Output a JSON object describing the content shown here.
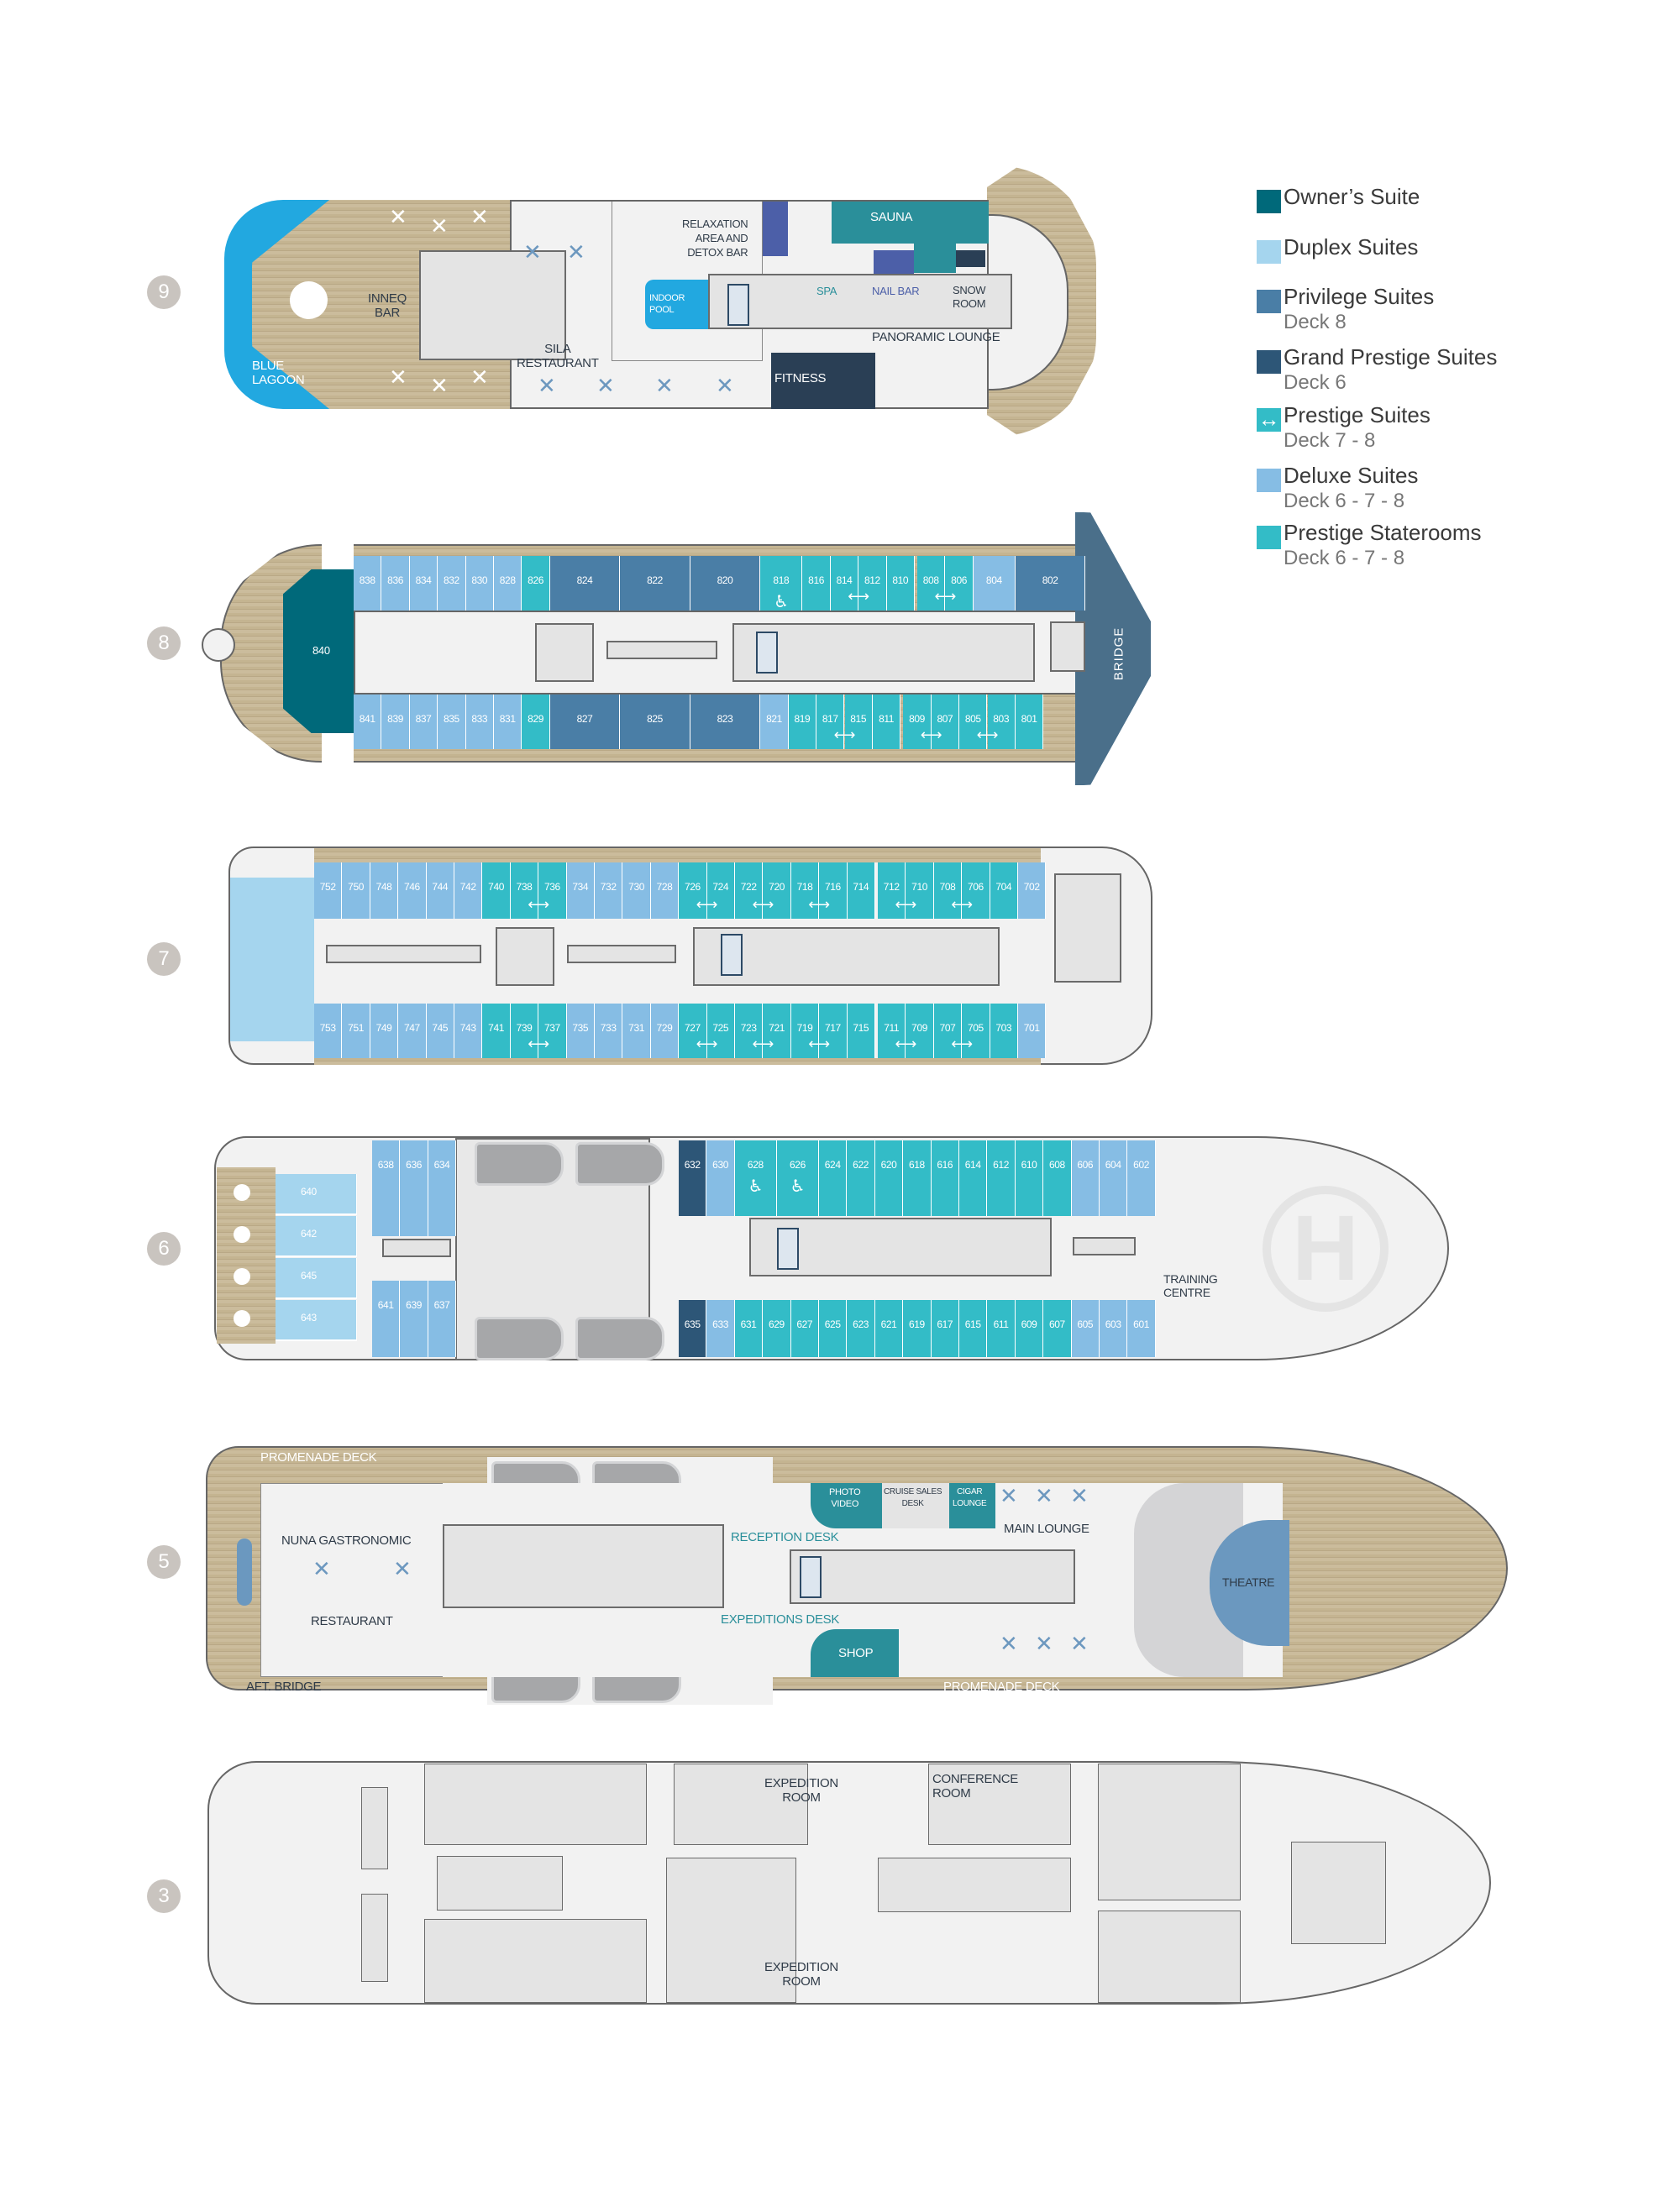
{
  "colors": {
    "owner": "#00697a",
    "duplex": "#a5d5ee",
    "privilege": "#4a7ea6",
    "grand": "#2d5677",
    "prestige": "#33bcc7",
    "deluxe": "#86bde4",
    "wood": "#c8b896",
    "pool": "#22a8e0",
    "spa": "#2a8f9a",
    "purple": "#4c5fa8",
    "fitness": "#2a3f55",
    "bridge": "#4a6f8a"
  },
  "legend": [
    {
      "label": "Owner’s Suite",
      "sub": "",
      "color": "#00697a",
      "icon": "square"
    },
    {
      "label": "Duplex Suites",
      "sub": "",
      "color": "#a5d5ee",
      "icon": "square"
    },
    {
      "label": "Privilege Suites",
      "sub": "Deck 8",
      "color": "#4a7ea6",
      "icon": "square"
    },
    {
      "label": "Grand Prestige Suites",
      "sub": "Deck 6",
      "color": "#2d5677",
      "icon": "square"
    },
    {
      "label": "Prestige Suites",
      "sub": "Deck 7 - 8",
      "color": "#33bcc7",
      "icon": "connecting-arrow"
    },
    {
      "label": "Deluxe Suites",
      "sub": "Deck 6 - 7 - 8",
      "color": "#86bde4",
      "icon": "square"
    },
    {
      "label": "Prestige Staterooms",
      "sub": "Deck 6 - 7 - 8",
      "color": "#33bcc7",
      "icon": "square"
    }
  ],
  "deck9": {
    "number": "9",
    "blue_lagoon": [
      "BLUE",
      "LAGOON"
    ],
    "inneq_bar": [
      "INNEQ",
      "BAR"
    ],
    "sila_restaurant": [
      "SILA",
      "RESTAURANT"
    ],
    "relaxation": [
      "RELAXATION",
      "AREA AND",
      "DETOX BAR"
    ],
    "indoor_pool": [
      "INDOOR",
      "POOL"
    ],
    "sauna": "SAUNA",
    "spa": "SPA",
    "nail_bar": "NAIL BAR",
    "snow_room": [
      "SNOW",
      "ROOM"
    ],
    "panoramic_lounge": "PANORAMIC LOUNGE",
    "fitness": "FITNESS"
  },
  "deck8": {
    "number": "8",
    "owner_suite": "840",
    "bridge": "BRIDGE",
    "top": [
      {
        "n": "838",
        "t": "deluxe"
      },
      {
        "n": "836",
        "t": "deluxe"
      },
      {
        "n": "834",
        "t": "deluxe"
      },
      {
        "n": "832",
        "t": "deluxe"
      },
      {
        "n": "830",
        "t": "deluxe"
      },
      {
        "n": "828",
        "t": "deluxe"
      },
      {
        "n": "826",
        "t": "prestige"
      },
      {
        "n": "824",
        "t": "privilege"
      },
      {
        "n": "822",
        "t": "privilege"
      },
      {
        "n": "820",
        "t": "privilege"
      },
      {
        "n": "818",
        "t": "prestige",
        "accessible": true
      },
      {
        "n": "816",
        "t": "prestige"
      },
      {
        "n": "814",
        "t": "prestige"
      },
      {
        "n": "812",
        "t": "prestige"
      },
      {
        "n": "810",
        "t": "prestige"
      },
      {
        "n": "808",
        "t": "prestige"
      },
      {
        "n": "806",
        "t": "prestige"
      },
      {
        "n": "804",
        "t": "deluxe"
      },
      {
        "n": "802",
        "t": "privilege"
      }
    ],
    "bottom": [
      {
        "n": "841",
        "t": "deluxe"
      },
      {
        "n": "839",
        "t": "deluxe"
      },
      {
        "n": "837",
        "t": "deluxe"
      },
      {
        "n": "835",
        "t": "deluxe"
      },
      {
        "n": "833",
        "t": "deluxe"
      },
      {
        "n": "831",
        "t": "deluxe"
      },
      {
        "n": "829",
        "t": "prestige"
      },
      {
        "n": "827",
        "t": "privilege"
      },
      {
        "n": "825",
        "t": "privilege"
      },
      {
        "n": "823",
        "t": "privilege"
      },
      {
        "n": "821",
        "t": "deluxe"
      },
      {
        "n": "819",
        "t": "prestige"
      },
      {
        "n": "817",
        "t": "prestige"
      },
      {
        "n": "815",
        "t": "prestige"
      },
      {
        "n": "811",
        "t": "prestige"
      },
      {
        "n": "809",
        "t": "prestige"
      },
      {
        "n": "807",
        "t": "prestige"
      },
      {
        "n": "805",
        "t": "prestige"
      },
      {
        "n": "803",
        "t": "prestige"
      },
      {
        "n": "801",
        "t": "prestige"
      }
    ],
    "connecting": [
      [
        "814",
        "812"
      ],
      [
        "808",
        "806"
      ],
      [
        "817",
        "815"
      ],
      [
        "809",
        "807"
      ],
      [
        "805",
        "803"
      ]
    ]
  },
  "deck7": {
    "number": "7",
    "top": [
      {
        "n": "752",
        "t": "deluxe"
      },
      {
        "n": "750",
        "t": "deluxe"
      },
      {
        "n": "748",
        "t": "deluxe"
      },
      {
        "n": "746",
        "t": "deluxe"
      },
      {
        "n": "744",
        "t": "deluxe"
      },
      {
        "n": "742",
        "t": "deluxe"
      },
      {
        "n": "740",
        "t": "prestige"
      },
      {
        "n": "738",
        "t": "prestige"
      },
      {
        "n": "736",
        "t": "prestige"
      },
      {
        "n": "734",
        "t": "deluxe"
      },
      {
        "n": "732",
        "t": "deluxe"
      },
      {
        "n": "730",
        "t": "deluxe"
      },
      {
        "n": "728",
        "t": "deluxe"
      },
      {
        "n": "726",
        "t": "prestige"
      },
      {
        "n": "724",
        "t": "prestige"
      },
      {
        "n": "722",
        "t": "prestige"
      },
      {
        "n": "720",
        "t": "prestige"
      },
      {
        "n": "718",
        "t": "prestige"
      },
      {
        "n": "716",
        "t": "prestige"
      },
      {
        "n": "714",
        "t": "prestige"
      },
      {
        "n": "712",
        "t": "prestige"
      },
      {
        "n": "710",
        "t": "prestige"
      },
      {
        "n": "708",
        "t": "prestige"
      },
      {
        "n": "706",
        "t": "prestige"
      },
      {
        "n": "704",
        "t": "prestige"
      },
      {
        "n": "702",
        "t": "deluxe"
      }
    ],
    "bottom": [
      {
        "n": "753",
        "t": "deluxe"
      },
      {
        "n": "751",
        "t": "deluxe"
      },
      {
        "n": "749",
        "t": "deluxe"
      },
      {
        "n": "747",
        "t": "deluxe"
      },
      {
        "n": "745",
        "t": "deluxe"
      },
      {
        "n": "743",
        "t": "deluxe"
      },
      {
        "n": "741",
        "t": "prestige"
      },
      {
        "n": "739",
        "t": "prestige"
      },
      {
        "n": "737",
        "t": "prestige"
      },
      {
        "n": "735",
        "t": "deluxe"
      },
      {
        "n": "733",
        "t": "deluxe"
      },
      {
        "n": "731",
        "t": "deluxe"
      },
      {
        "n": "729",
        "t": "deluxe"
      },
      {
        "n": "727",
        "t": "prestige"
      },
      {
        "n": "725",
        "t": "prestige"
      },
      {
        "n": "723",
        "t": "prestige"
      },
      {
        "n": "721",
        "t": "prestige"
      },
      {
        "n": "719",
        "t": "prestige"
      },
      {
        "n": "717",
        "t": "prestige"
      },
      {
        "n": "715",
        "t": "prestige"
      },
      {
        "n": "711",
        "t": "prestige"
      },
      {
        "n": "709",
        "t": "prestige"
      },
      {
        "n": "707",
        "t": "prestige"
      },
      {
        "n": "705",
        "t": "prestige"
      },
      {
        "n": "703",
        "t": "prestige"
      },
      {
        "n": "701",
        "t": "deluxe"
      }
    ],
    "connecting": [
      [
        "738",
        "736"
      ],
      [
        "726",
        "724"
      ],
      [
        "722",
        "720"
      ],
      [
        "718",
        "716"
      ],
      [
        "712",
        "710"
      ],
      [
        "708",
        "706"
      ],
      [
        "739",
        "737"
      ],
      [
        "727",
        "725"
      ],
      [
        "723",
        "721"
      ],
      [
        "719",
        "717"
      ],
      [
        "711",
        "709"
      ],
      [
        "707",
        "705"
      ]
    ]
  },
  "deck6": {
    "number": "6",
    "training_centre": [
      "TRAINING",
      "CENTRE"
    ],
    "duplex": [
      "640",
      "642",
      "645",
      "643"
    ],
    "top_aft": [
      {
        "n": "638",
        "t": "deluxe"
      },
      {
        "n": "636",
        "t": "deluxe"
      },
      {
        "n": "634",
        "t": "deluxe"
      }
    ],
    "top": [
      {
        "n": "632",
        "t": "grand"
      },
      {
        "n": "630",
        "t": "deluxe"
      },
      {
        "n": "628",
        "t": "prestige",
        "accessible": true
      },
      {
        "n": "626",
        "t": "prestige",
        "accessible": true
      },
      {
        "n": "624",
        "t": "prestige"
      },
      {
        "n": "622",
        "t": "prestige"
      },
      {
        "n": "620",
        "t": "prestige"
      },
      {
        "n": "618",
        "t": "prestige"
      },
      {
        "n": "616",
        "t": "prestige"
      },
      {
        "n": "614",
        "t": "prestige"
      },
      {
        "n": "612",
        "t": "prestige"
      },
      {
        "n": "610",
        "t": "prestige"
      },
      {
        "n": "608",
        "t": "prestige"
      },
      {
        "n": "606",
        "t": "deluxe"
      },
      {
        "n": "604",
        "t": "deluxe"
      },
      {
        "n": "602",
        "t": "deluxe"
      }
    ],
    "bottom_aft": [
      {
        "n": "641",
        "t": "deluxe"
      },
      {
        "n": "639",
        "t": "deluxe"
      },
      {
        "n": "637",
        "t": "deluxe"
      }
    ],
    "bottom": [
      {
        "n": "635",
        "t": "grand"
      },
      {
        "n": "633",
        "t": "deluxe"
      },
      {
        "n": "631",
        "t": "prestige"
      },
      {
        "n": "629",
        "t": "prestige"
      },
      {
        "n": "627",
        "t": "prestige"
      },
      {
        "n": "625",
        "t": "prestige"
      },
      {
        "n": "623",
        "t": "prestige"
      },
      {
        "n": "621",
        "t": "prestige"
      },
      {
        "n": "619",
        "t": "prestige"
      },
      {
        "n": "617",
        "t": "prestige"
      },
      {
        "n": "615",
        "t": "prestige"
      },
      {
        "n": "611",
        "t": "prestige"
      },
      {
        "n": "609",
        "t": "prestige"
      },
      {
        "n": "607",
        "t": "prestige"
      },
      {
        "n": "605",
        "t": "deluxe"
      },
      {
        "n": "603",
        "t": "deluxe"
      },
      {
        "n": "601",
        "t": "deluxe"
      }
    ]
  },
  "deck5": {
    "number": "5",
    "promenade_top": "PROMENADE DECK",
    "promenade_bottom": "PROMENADE DECK",
    "nuna": "NUNA GASTRONOMIC",
    "restaurant": "RESTAURANT",
    "aft_bridge": "AFT. BRIDGE",
    "photo_video": [
      "PHOTO",
      "VIDEO"
    ],
    "cruise_sales": [
      "CRUISE SALES",
      "DESK"
    ],
    "cigar_lounge": [
      "CIGAR",
      "LOUNGE"
    ],
    "main_lounge": "MAIN LOUNGE",
    "reception": "RECEPTION DESK",
    "expeditions": "EXPEDITIONS DESK",
    "shop": "SHOP",
    "theatre": "THEATRE"
  },
  "deck3": {
    "number": "3",
    "expedition_room_top": [
      "EXPEDITION",
      "ROOM"
    ],
    "conference_room": [
      "CONFERENCE",
      "ROOM"
    ],
    "expedition_room_bottom": [
      "EXPEDITION",
      "ROOM"
    ]
  }
}
